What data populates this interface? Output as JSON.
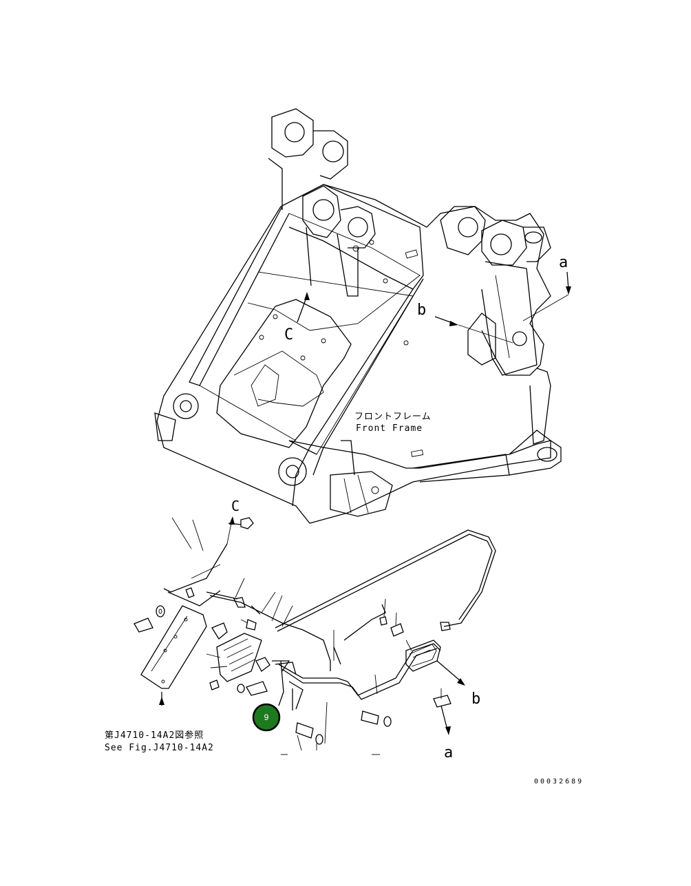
{
  "drawing_number": "00032689",
  "labels": {
    "front_frame_jp": "フロントフレーム",
    "front_frame_en": "Front Frame",
    "see_fig_jp": "第J4710-14A2図参照",
    "see_fig_en": "See Fig.J4710-14A2",
    "view_a_upper": "a",
    "view_a_lower": "a",
    "view_b_upper": "b",
    "view_b_lower": "b",
    "view_c_upper": "C",
    "view_c_lower": "C"
  },
  "callout": {
    "number": "9",
    "color": "#1e7a1e",
    "border": "#000000"
  }
}
